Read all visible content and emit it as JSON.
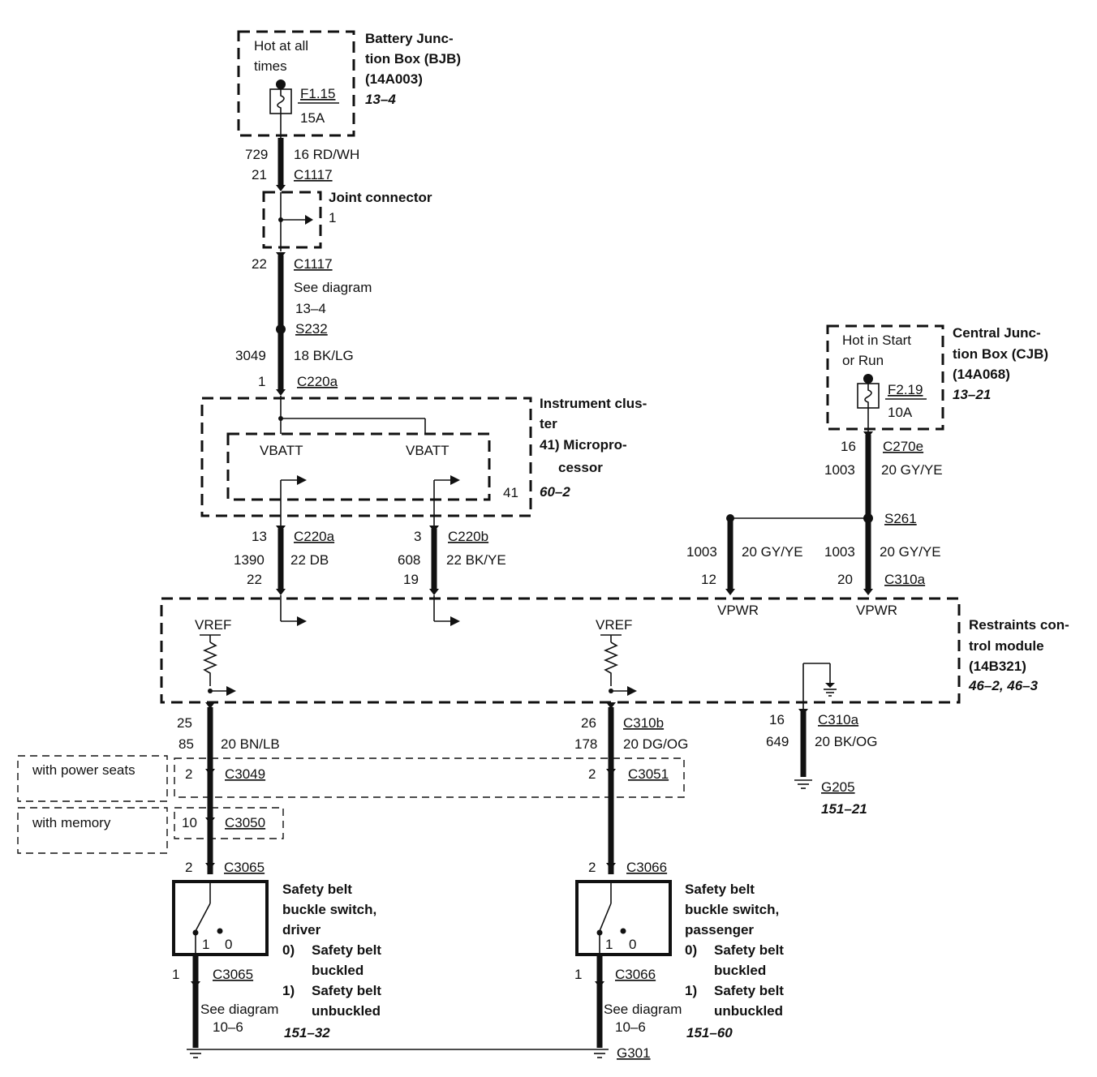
{
  "bjb": {
    "hot": [
      "Hot at all",
      "times"
    ],
    "fuse": "F1.15",
    "amp": "15A",
    "name": [
      "Battery Junc-",
      "tion Box (BJB)",
      "(14A003)"
    ],
    "ref": "13–4"
  },
  "feed": {
    "circuit": "729",
    "wire": "16 RD/WH",
    "pin_in": "21",
    "conn_in": "C1117",
    "joint_label": "Joint connector",
    "joint_pin": "1",
    "pin_out": "22",
    "conn_out": "C1117",
    "see": "See diagram",
    "see_ref": "13–4",
    "splice": "S232",
    "circuit2": "3049",
    "wire2": "18 BK/LG",
    "ic_pin": "1",
    "ic_conn": "C220a"
  },
  "cluster": {
    "name": [
      "Instrument clus-",
      "ter",
      "41) Micropro-",
      "cessor"
    ],
    "ref": "60–2",
    "vbatt1": "VBATT",
    "vbatt2": "VBATT",
    "num": "41"
  },
  "cjb": {
    "hot": [
      "Hot in Start",
      "or Run"
    ],
    "fuse": "F2.19",
    "amp": "10A",
    "name": [
      "Central Junc-",
      "tion Box (CJB)",
      "(14A068)"
    ],
    "ref": "13–21",
    "pin": "16",
    "conn": "C270e",
    "circuit": "1003",
    "wire": "20 GY/YE",
    "splice": "S261"
  },
  "links": {
    "a_pin": "13",
    "a_conn": "C220a",
    "a_circuit": "1390",
    "a_wire": "22 DB",
    "a_rcm_pin": "22",
    "b_pin": "3",
    "b_conn": "C220b",
    "b_circuit": "608",
    "b_wire": "22 BK/YE",
    "b_rcm_pin": "19",
    "p1_circuit": "1003",
    "p1_wire": "20 GY/YE",
    "p1_pin": "12",
    "p2_circuit": "1003",
    "p2_wire": "20 GY/YE",
    "p2_pin": "20",
    "rcm_conn": "C310a"
  },
  "rcm": {
    "name": [
      "Restraints con-",
      "trol module",
      "(14B321)"
    ],
    "ref": "46–2, 46–3",
    "vpwr1": "VPWR",
    "vpwr2": "VPWR",
    "vref1": "VREF",
    "vref2": "VREF"
  },
  "driver": {
    "pin": "25",
    "circuit": "85",
    "wire": "20 BN/LB",
    "seat_pin": "2",
    "seat_conn": "C3049",
    "mem_pin": "10",
    "mem_conn": "C3050",
    "sw_pin": "2",
    "sw_conn": "C3065",
    "name": [
      "Safety belt",
      "buckle switch,",
      "driver"
    ],
    "pos0": "0)",
    "pos0_text": [
      "Safety belt",
      "buckled"
    ],
    "pos1": "1)",
    "pos1_text": [
      "Safety belt",
      "unbuckled"
    ],
    "sw_1": "1",
    "sw_0": "0",
    "out_pin": "1",
    "out_conn": "C3065",
    "see": "See diagram",
    "see_ref": "10–6",
    "ref": "151–32"
  },
  "passenger": {
    "pin": "26",
    "conn": "C310b",
    "circuit": "178",
    "wire": "20 DG/OG",
    "seat_pin": "2",
    "seat_conn": "C3051",
    "sw_pin": "2",
    "sw_conn": "C3066",
    "name": [
      "Safety belt",
      "buckle switch,",
      "passenger"
    ],
    "pos0": "0)",
    "pos0_text": [
      "Safety belt",
      "buckled"
    ],
    "pos1": "1)",
    "pos1_text": [
      "Safety belt",
      "unbuckled"
    ],
    "sw_1": "1",
    "sw_0": "0",
    "out_pin": "1",
    "out_conn": "C3066",
    "see": "See diagram",
    "see_ref": "10–6",
    "ref": "151–60"
  },
  "ground_rcm": {
    "pin": "16",
    "conn": "C310a",
    "circuit": "649",
    "wire": "20 BK/OG",
    "ground": "G205",
    "ref": "151–21"
  },
  "options": {
    "power_seats": "with power seats",
    "memory": "with memory"
  },
  "ground_main": "G301"
}
